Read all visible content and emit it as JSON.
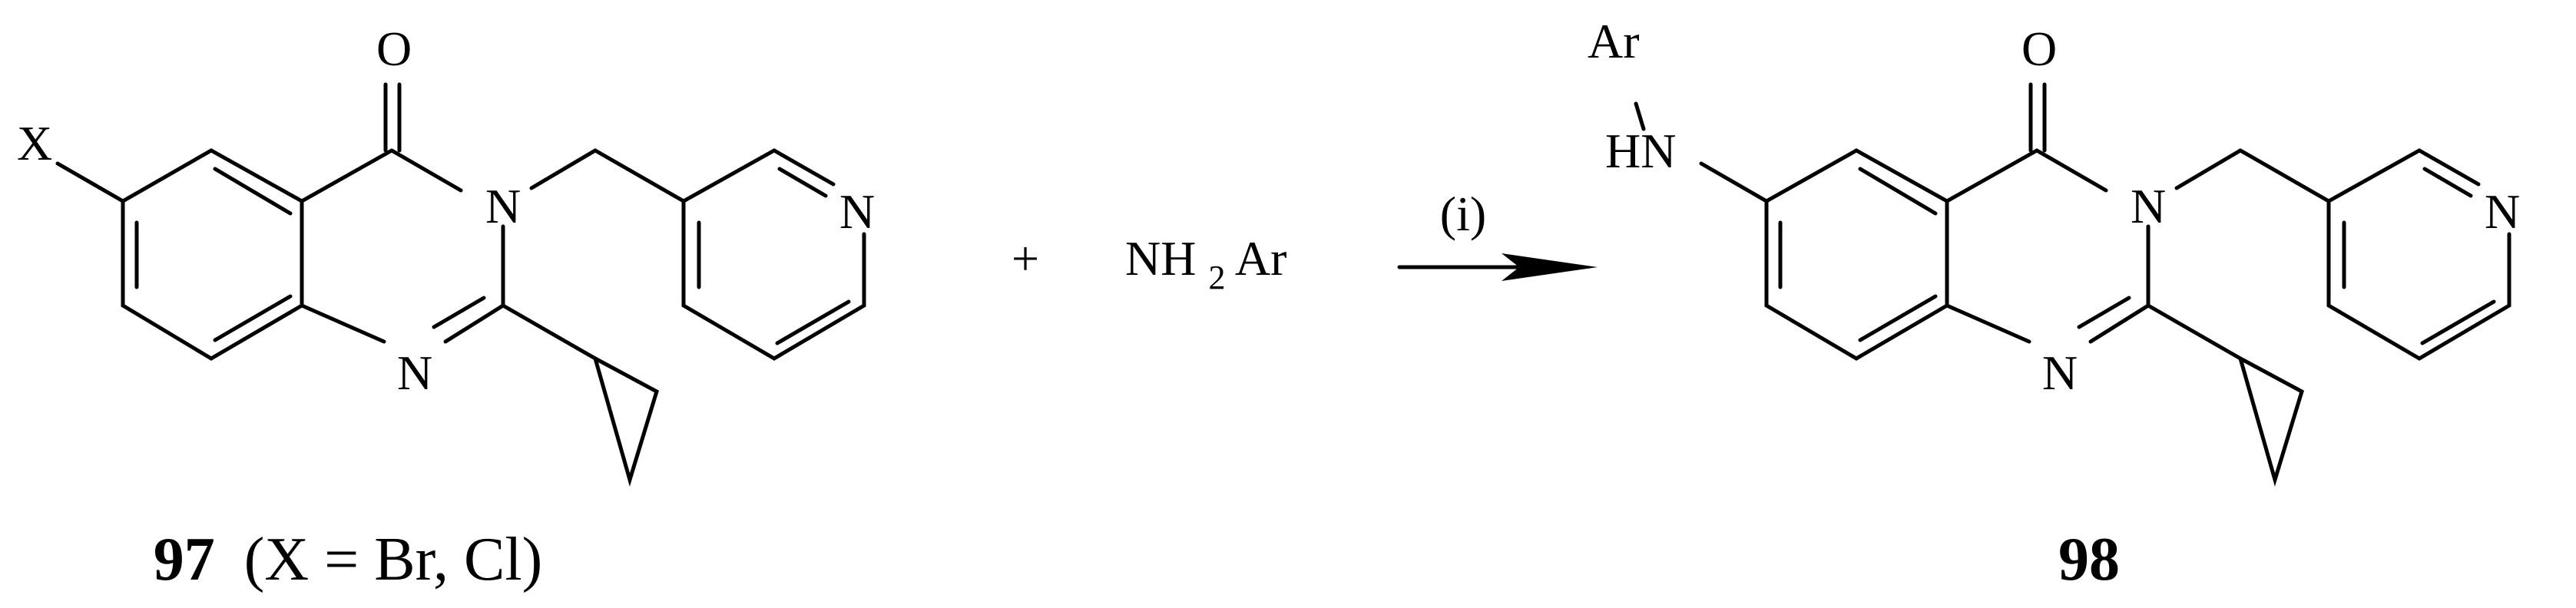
{
  "scheme": {
    "reactant": {
      "substituent": "X",
      "atoms": {
        "carbonyl_o": "O",
        "n3": "N",
        "n1": "N",
        "pyridine_n": "N"
      },
      "label_number": "97",
      "label_text": "(X = Br, Cl)"
    },
    "plus": "+",
    "reagent": {
      "prefix": "NH",
      "subscript": "2",
      "suffix": "Ar"
    },
    "conditions": "(i)",
    "product": {
      "ar": "Ar",
      "hn": "HN",
      "atoms": {
        "carbonyl_o": "O",
        "n3": "N",
        "n1": "N",
        "pyridine_n": "N"
      },
      "label_number": "98"
    }
  }
}
